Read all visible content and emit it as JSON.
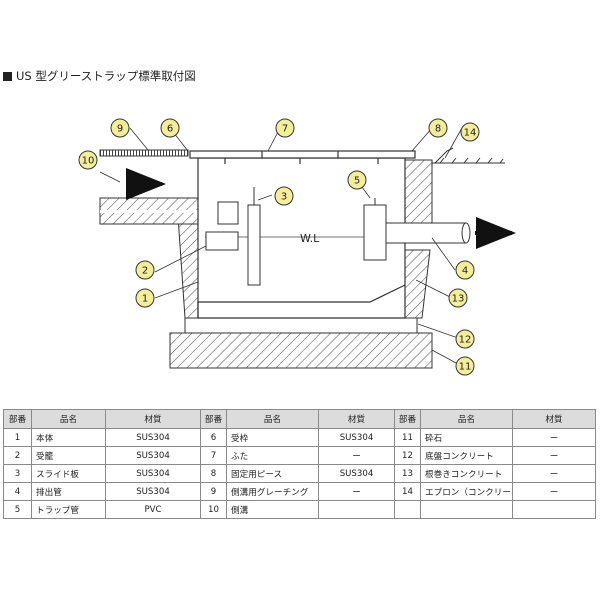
{
  "title": "US 型グリーストラップ標準取付図",
  "diagram": {
    "wl_label": "W.L",
    "callouts": [
      "1",
      "2",
      "3",
      "4",
      "5",
      "6",
      "7",
      "8",
      "9",
      "10",
      "11",
      "12",
      "13",
      "14"
    ]
  },
  "table": {
    "headers": [
      "部番",
      "品名",
      "材質",
      "部番",
      "品名",
      "材質",
      "部番",
      "品名",
      "材質"
    ],
    "rows": [
      [
        "1",
        "本体",
        "SUS304",
        "6",
        "受枠",
        "SUS304",
        "11",
        "砕石",
        "ー"
      ],
      [
        "2",
        "受籠",
        "SUS304",
        "7",
        "ふた",
        "ー",
        "12",
        "底盤コンクリート",
        "ー"
      ],
      [
        "3",
        "スライド板",
        "SUS304",
        "8",
        "固定用ピース",
        "SUS304",
        "13",
        "根巻きコンクリート",
        "ー"
      ],
      [
        "4",
        "排出管",
        "SUS304",
        "9",
        "側溝用グレーチング",
        "ー",
        "14",
        "エプロン（コンクリート）",
        "ー"
      ],
      [
        "5",
        "トラップ管",
        "PVC",
        "10",
        "側溝",
        "",
        "",
        "",
        ""
      ]
    ]
  }
}
